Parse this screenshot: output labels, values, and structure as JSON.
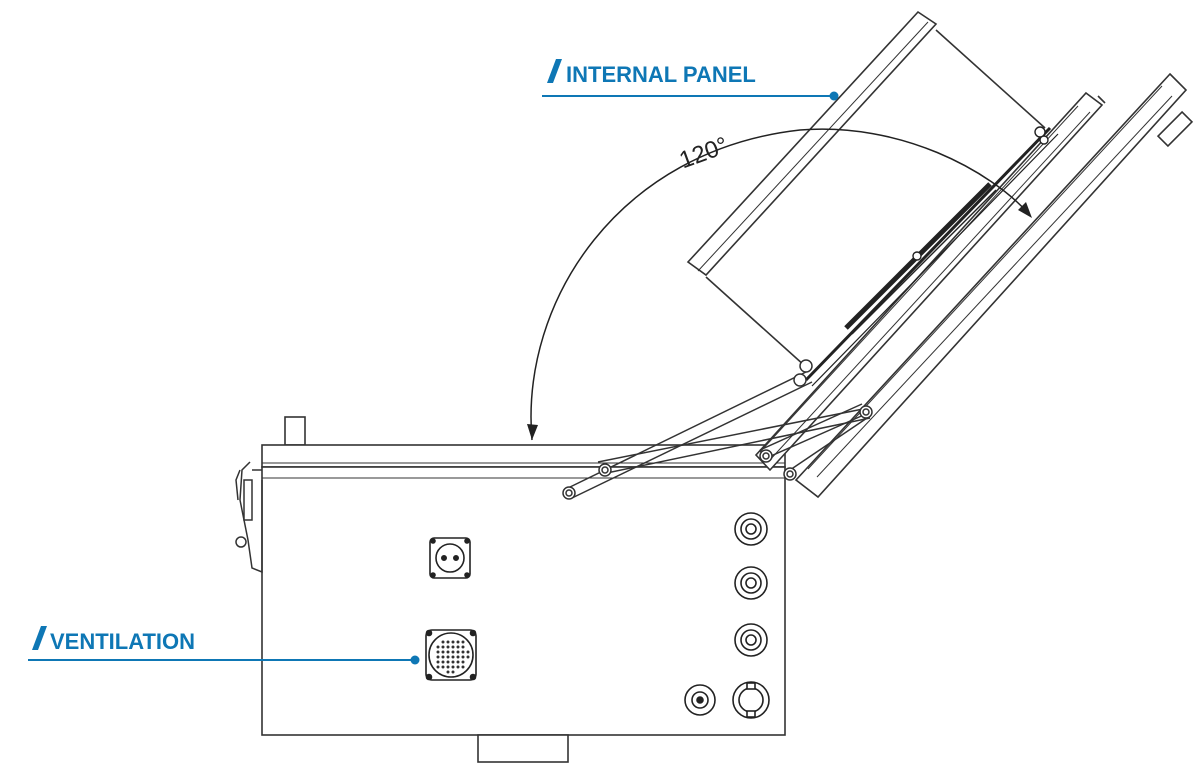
{
  "callouts": {
    "internal_panel": {
      "label": "INTERNAL PANEL"
    },
    "ventilation": {
      "label": "VENTILATION"
    }
  },
  "angle_label": "120°",
  "colors": {
    "accent": "#0e77b5",
    "line": "#333333",
    "background": "#ffffff"
  }
}
